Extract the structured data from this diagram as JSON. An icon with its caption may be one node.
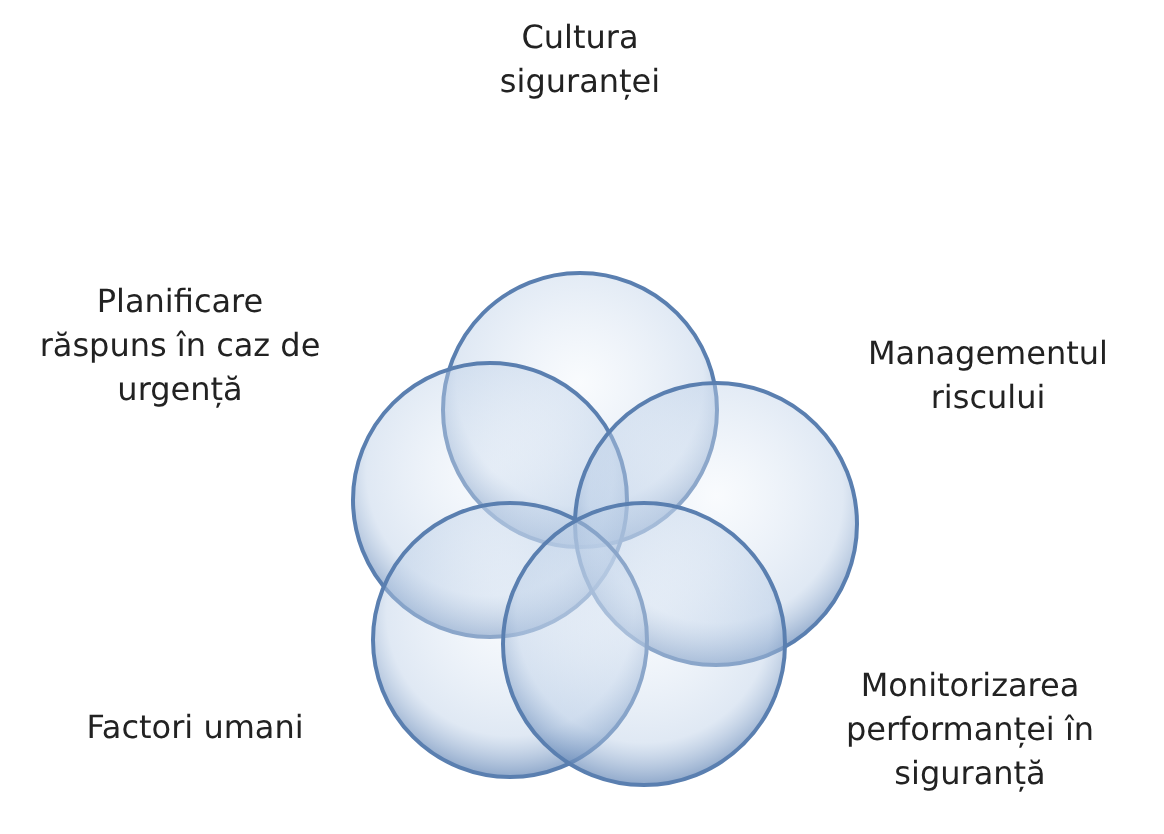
{
  "diagram": {
    "nodes": [
      {
        "text": [],
        "shape": "circle"
      },
      {
        "text": [],
        "shape": "circle"
      },
      {
        "text": [],
        "shape": "circle"
      },
      {
        "text": [],
        "shape": "circle"
      },
      {
        "text": [],
        "shape": "circle"
      }
    ],
    "labels": [
      "Cultura siguranței",
      "Planificare răspuns în caz de urgență",
      "Managementul riscului",
      "Factori umani",
      "Monitorizarea performanței în siguranță"
    ]
  }
}
